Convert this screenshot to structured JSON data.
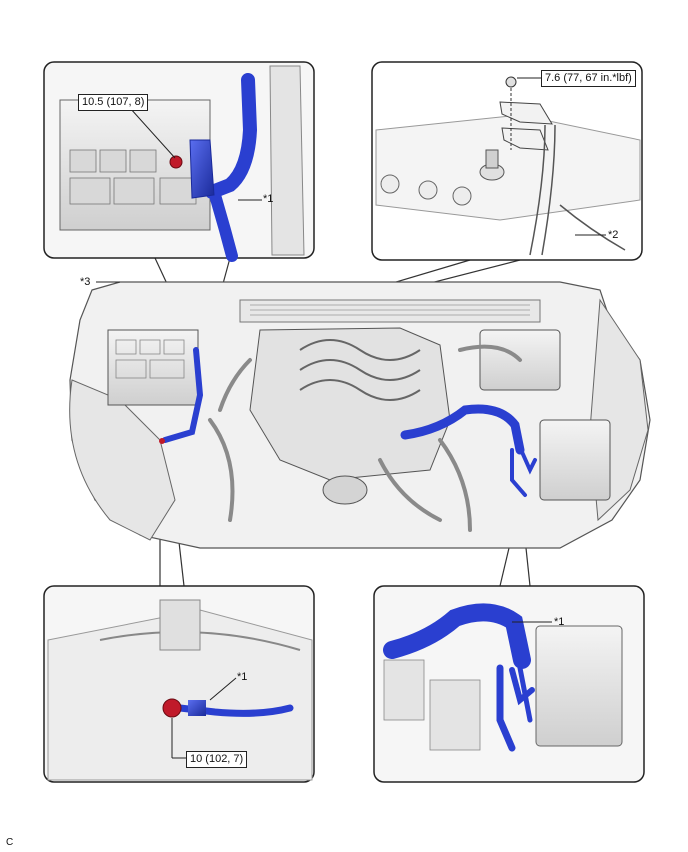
{
  "torque_specs": {
    "fuse_box_nut": "10.5 (107, 8)",
    "battery_terminal_nut": "7.6 (77, 67 in.*lbf)",
    "body_ground_bolt": "10 (102, 7)"
  },
  "callouts": {
    "top_left": "*1",
    "top_right": "*2",
    "main_left": "*3",
    "bottom_left": "*1",
    "bottom_right": "*1"
  },
  "figure_code": "C",
  "colors": {
    "harness": "#2a3fd0",
    "harness_dark": "#1a2a9a",
    "bolt": "#c01a2a",
    "line": "#444444",
    "panel_border": "#222222"
  }
}
